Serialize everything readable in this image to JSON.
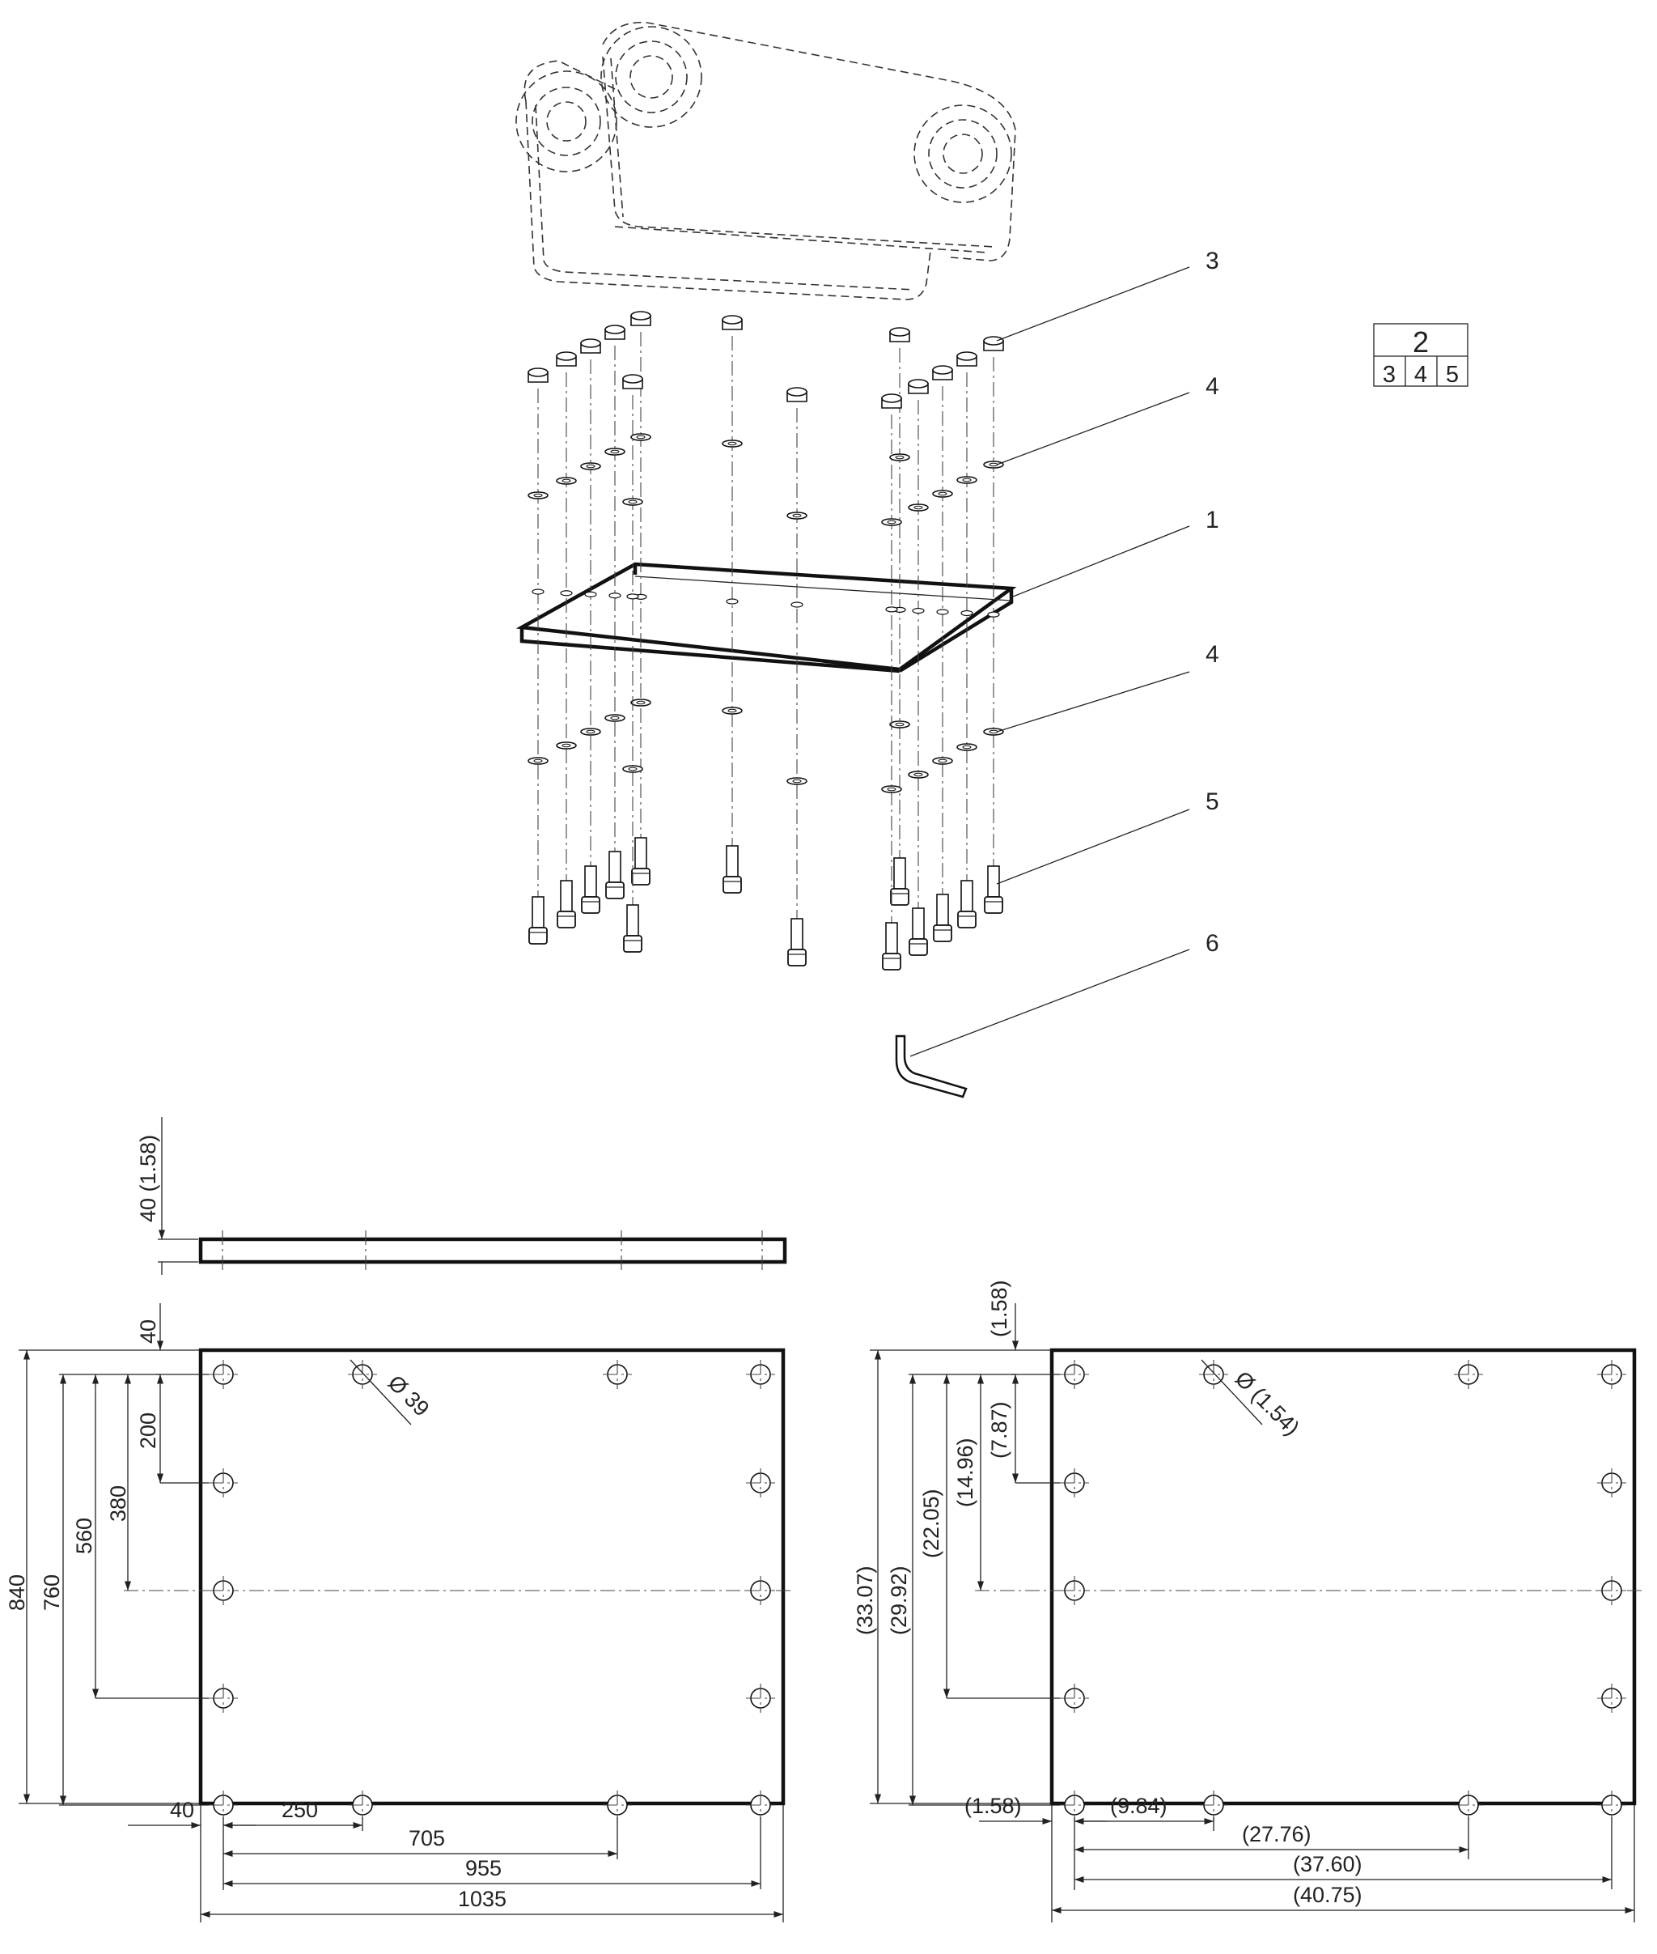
{
  "callouts": [
    "3",
    "4",
    "1",
    "4",
    "5",
    "6"
  ],
  "assembly_box": {
    "top": "2",
    "cells": [
      "3",
      "4",
      "5"
    ]
  },
  "side_view": {
    "thickness": "40 (1.58)"
  },
  "front_view_mm": {
    "hole_dia": "Ø 39",
    "top_offset": "40",
    "v_dims": [
      "200",
      "380",
      "560",
      "760",
      "840"
    ],
    "left_offset": "40",
    "h_dims": [
      "250",
      "705",
      "955",
      "1035"
    ]
  },
  "front_view_in": {
    "hole_dia": "Ø (1.54)",
    "top_offset": "(1.58)",
    "v_dims": [
      "(7.87)",
      "(14.96)",
      "(22.05)",
      "(29.92)",
      "(33.07)"
    ],
    "left_offset": "(1.58)",
    "h_dims": [
      "(9.84)",
      "(27.76)",
      "(37.60)",
      "(40.75)"
    ]
  }
}
